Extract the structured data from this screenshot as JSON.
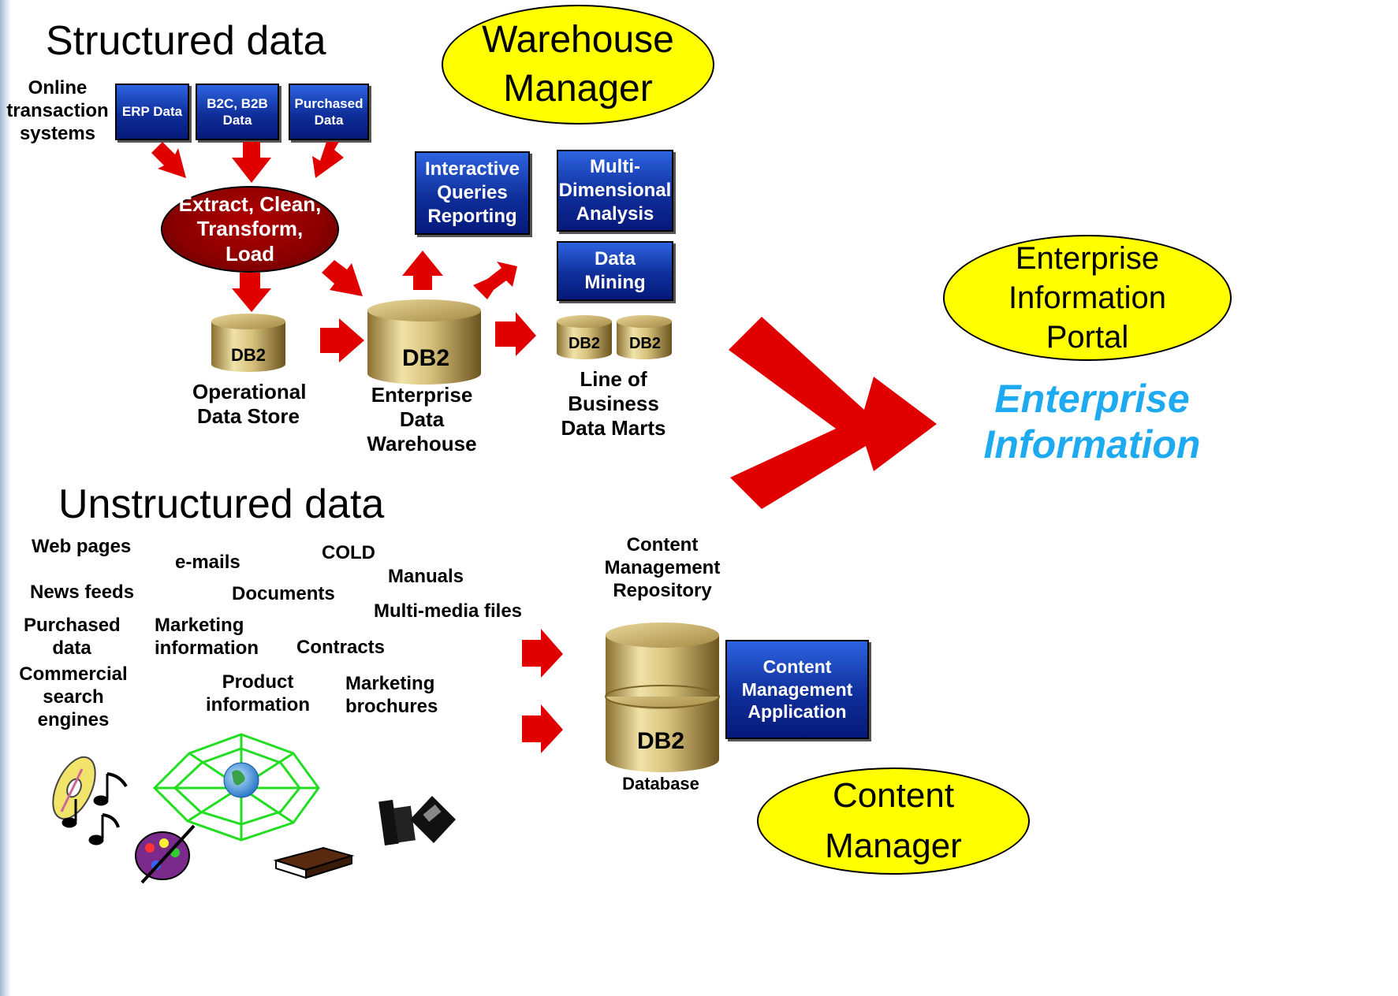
{
  "structured": {
    "heading": "Structured data",
    "oltp_label": "Online\ntransaction\nsystems",
    "sources": [
      {
        "label": "ERP Data"
      },
      {
        "label": "B2C, B2B\nData"
      },
      {
        "label": "Purchased\nData"
      }
    ],
    "etl": "Extract, Clean,\nTransform,\nLoad",
    "ods": {
      "cyl": "DB2",
      "label": "Operational\nData Store"
    },
    "edw": {
      "cyl": "DB2",
      "label": "Enterprise Data\nWarehouse"
    },
    "marts": {
      "cyl1": "DB2",
      "cyl2": "DB2",
      "label": "Line of\nBusiness\nData Marts"
    },
    "tools": [
      {
        "label": "Interactive\nQueries\nReporting"
      },
      {
        "label": "Multi-\nDimensional\nAnalysis"
      },
      {
        "label": "Data\nMining"
      }
    ],
    "warehouse_manager": "Warehouse\nManager"
  },
  "portal": {
    "ellipse": "Enterprise\nInformation\nPortal",
    "caption": "Enterprise\nInformation"
  },
  "unstructured": {
    "heading": "Unstructured data",
    "items": [
      "Web pages",
      "e-mails",
      "COLD",
      "Manuals",
      "News feeds",
      "Documents",
      "Multi-media files",
      "Purchased\ndata",
      "Marketing\ninformation",
      "Contracts",
      "Commercial\nsearch\nengines",
      "Product\ninformation",
      "Marketing\nbrochures"
    ],
    "repository_label": "Content\nManagement\nRepository",
    "db_cyl": "DB2",
    "db_label": "Database",
    "app_box": "Content\nManagement\nApplication",
    "content_manager": "Content\nManager"
  },
  "icons": [
    "cd-icon",
    "music-notes-icon",
    "globe-web-icon",
    "paint-palette-icon",
    "book-icon",
    "film-reel-icon"
  ],
  "colors": {
    "arrow": "#e00000",
    "box_blue": "#0f2f9a",
    "ellipse_yellow": "#ffff00",
    "info_blue": "#1eaaf1",
    "db2_gold": "#c8b06a"
  }
}
